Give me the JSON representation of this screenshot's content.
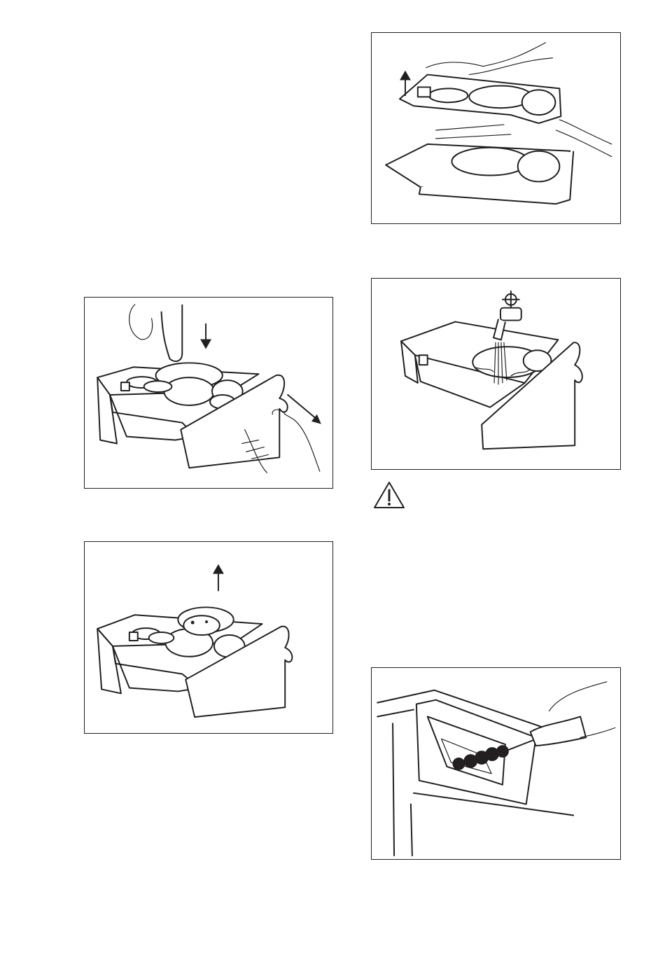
{
  "figures": [
    {
      "name": "press-release-lever-pull-drawer",
      "illustration": "detergent-drawer-release"
    },
    {
      "name": "remove-softener-cap",
      "illustration": "softener-insert-removal"
    },
    {
      "name": "lift-drawer-top-part",
      "illustration": "drawer-top-separation"
    },
    {
      "name": "rinse-under-tap",
      "illustration": "drawer-under-tap"
    },
    {
      "name": "brush-drawer-recess",
      "illustration": "recess-brush-cleaning"
    }
  ],
  "warning": {
    "icon": "warning-triangle-icon"
  },
  "colors": {
    "line": "#231f20",
    "background": "#ffffff"
  }
}
